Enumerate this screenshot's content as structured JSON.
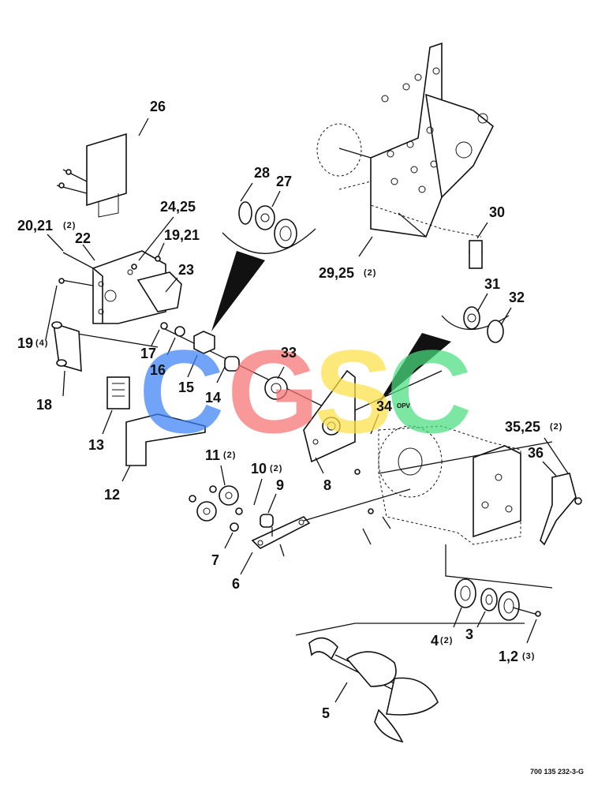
{
  "labels": {
    "l26": "26",
    "l28": "28",
    "l27": "27",
    "l2425": "24,25",
    "l2021": "20,21",
    "l22": "22",
    "l1921": "19,21",
    "l23": "23",
    "l19": "19",
    "l17": "17",
    "l16": "16",
    "l15": "15",
    "l14": "14",
    "l33": "33",
    "l18": "18",
    "l13": "13",
    "l12": "12",
    "l8": "8",
    "l34": "34",
    "l30": "30",
    "l2925": "29,25",
    "l31": "31",
    "l32": "32",
    "l3525": "35,25",
    "l36": "36",
    "l11": "11",
    "l10": "10",
    "l9": "9",
    "l7": "7",
    "l6": "6",
    "l4": "4",
    "l3": "3",
    "l12b": "1,2",
    "l5": "5"
  },
  "quantities": {
    "q2021": "(2)",
    "q19": "(4)",
    "q2925": "(2)",
    "q3525": "(2)",
    "q11": "(2)",
    "q10": "(2)",
    "q4": "(2)",
    "q12b": "(3)"
  },
  "annotations": {
    "opposite": "OPV"
  },
  "document_number": "700 135 232-3-G",
  "watermark": {
    "letters": [
      "C",
      "G",
      "S",
      "C"
    ],
    "colors": [
      "#3b82f6",
      "#f87171",
      "#fde047",
      "#4ade80"
    ]
  }
}
